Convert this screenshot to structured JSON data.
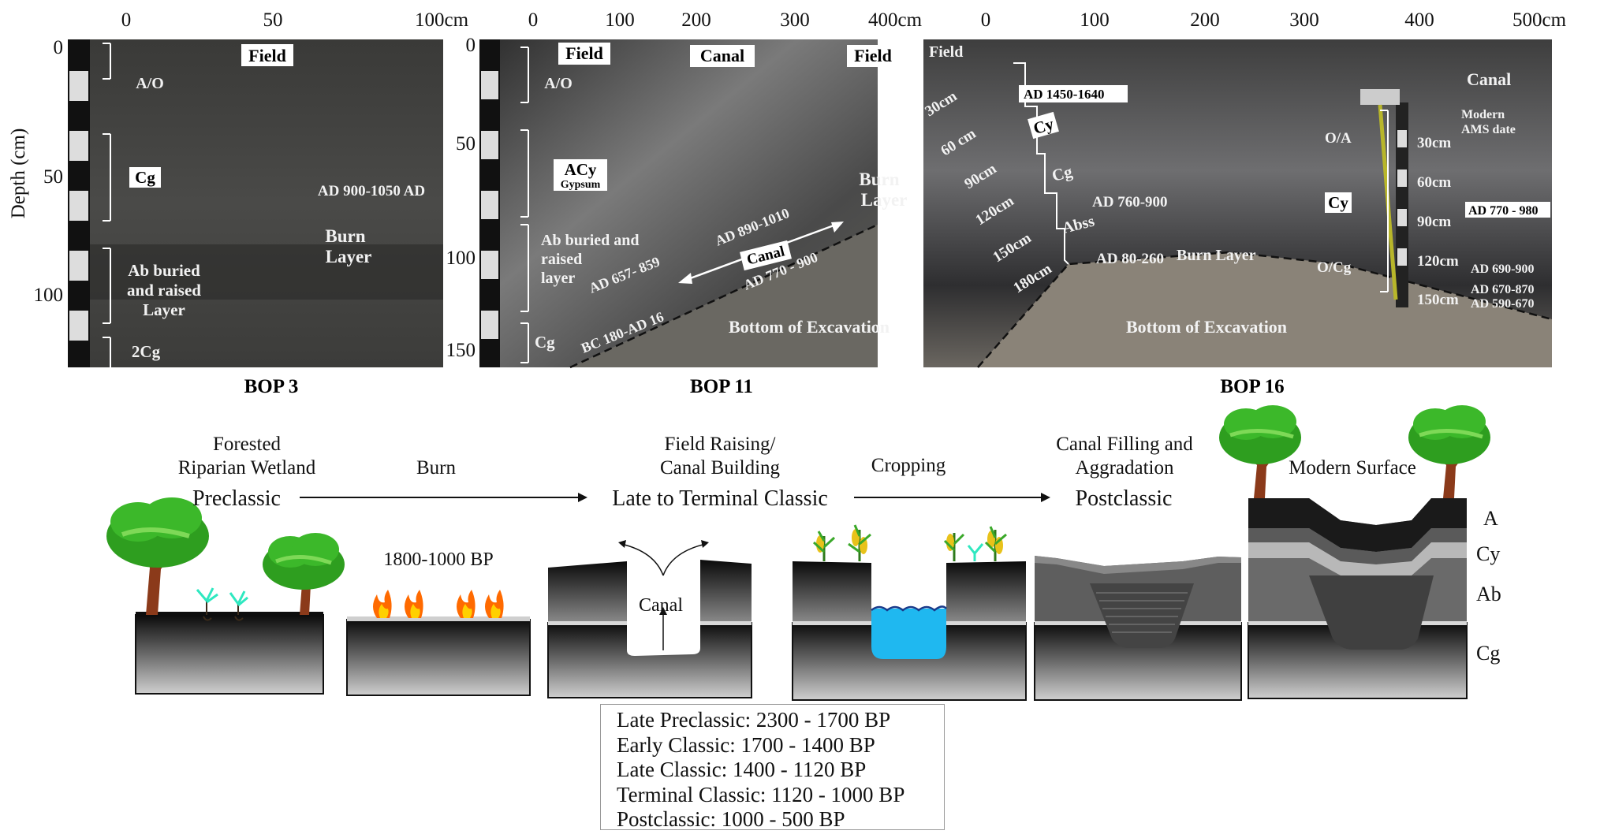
{
  "panels": {
    "bop3": {
      "caption": "BOP 3",
      "axis_ticks": [
        "0",
        "50",
        "100cm"
      ],
      "depth_ticks": [
        "0",
        "50",
        "100"
      ],
      "depth_label": "Depth (cm)",
      "tags": [
        "Field"
      ],
      "labels": [
        "A/O",
        "Cg",
        "Ab buried",
        "and raised",
        "Layer",
        "2Cg",
        "AD 900-1050 AD",
        "Burn",
        "Layer"
      ]
    },
    "bop11": {
      "caption": "BOP 11",
      "axis_ticks": [
        "0",
        "100",
        "200",
        "300",
        "400cm"
      ],
      "depth_ticks": [
        "0",
        "50",
        "100",
        "150"
      ],
      "tags": [
        "Field",
        "Canal",
        "Field",
        "Canal"
      ],
      "labels": [
        "A/O",
        "ACy",
        "Gypsum",
        "Ab buried and",
        "raised",
        "layer",
        "Cg",
        "AD 657- 859",
        "AD 890-1010",
        "AD 770 - 900",
        "BC 180-AD 16",
        "Burn",
        "Layer",
        "Bottom of Excavation"
      ]
    },
    "bop16": {
      "caption": "BOP 16",
      "axis_ticks": [
        "0",
        "100",
        "200",
        "300",
        "400",
        "500cm"
      ],
      "tags": [
        "AD 1450-1640",
        "Cy",
        "Cy",
        "AD 770 - 980"
      ],
      "labels": [
        "Field",
        "Canal",
        "30cm",
        "60 cm",
        "90cm",
        "120cm",
        "150cm",
        "180cm",
        "Cg",
        "Abss",
        "AD 760-900",
        "AD 80-260",
        "Burn Layer",
        "O/A",
        "O/Cg",
        "Modern",
        "AMS date",
        "30cm",
        "60cm",
        "90cm",
        "120cm",
        "150cm",
        "AD 690-900",
        "AD 670-870",
        "AD 590-670",
        "Bottom of Excavation"
      ]
    }
  },
  "stages": {
    "stage1": [
      "Forested",
      "Riparian Wetland"
    ],
    "stage2": "Burn",
    "stage3": [
      "Field Raising/",
      "Canal Building"
    ],
    "stage4": "Cropping",
    "stage5": [
      "Canal Filling and",
      "Aggradation"
    ],
    "stage6": "Modern Surface",
    "period1": "Preclassic",
    "period2": "Late to Terminal Classic",
    "period3": "Postclassic",
    "burn_dates": "1800-1000 BP",
    "canal_label": "Canal"
  },
  "horizons": [
    "A",
    "Cy",
    "Ab",
    "Cg"
  ],
  "chronology": [
    "Late Preclassic: 2300 - 1700 BP",
    "Early Classic: 1700 - 1400 BP",
    "Late Classic: 1400 - 1120 BP",
    "Terminal Classic: 1120 - 1000 BP",
    "Postclassic: 1000 - 500 BP"
  ],
  "colors": {
    "soil_dark": "#1a1a1a",
    "water": "#1fb8f0",
    "tree_green": "#2e9e1f",
    "trunk": "#8b3a1a",
    "fire": "#ff6a00"
  }
}
